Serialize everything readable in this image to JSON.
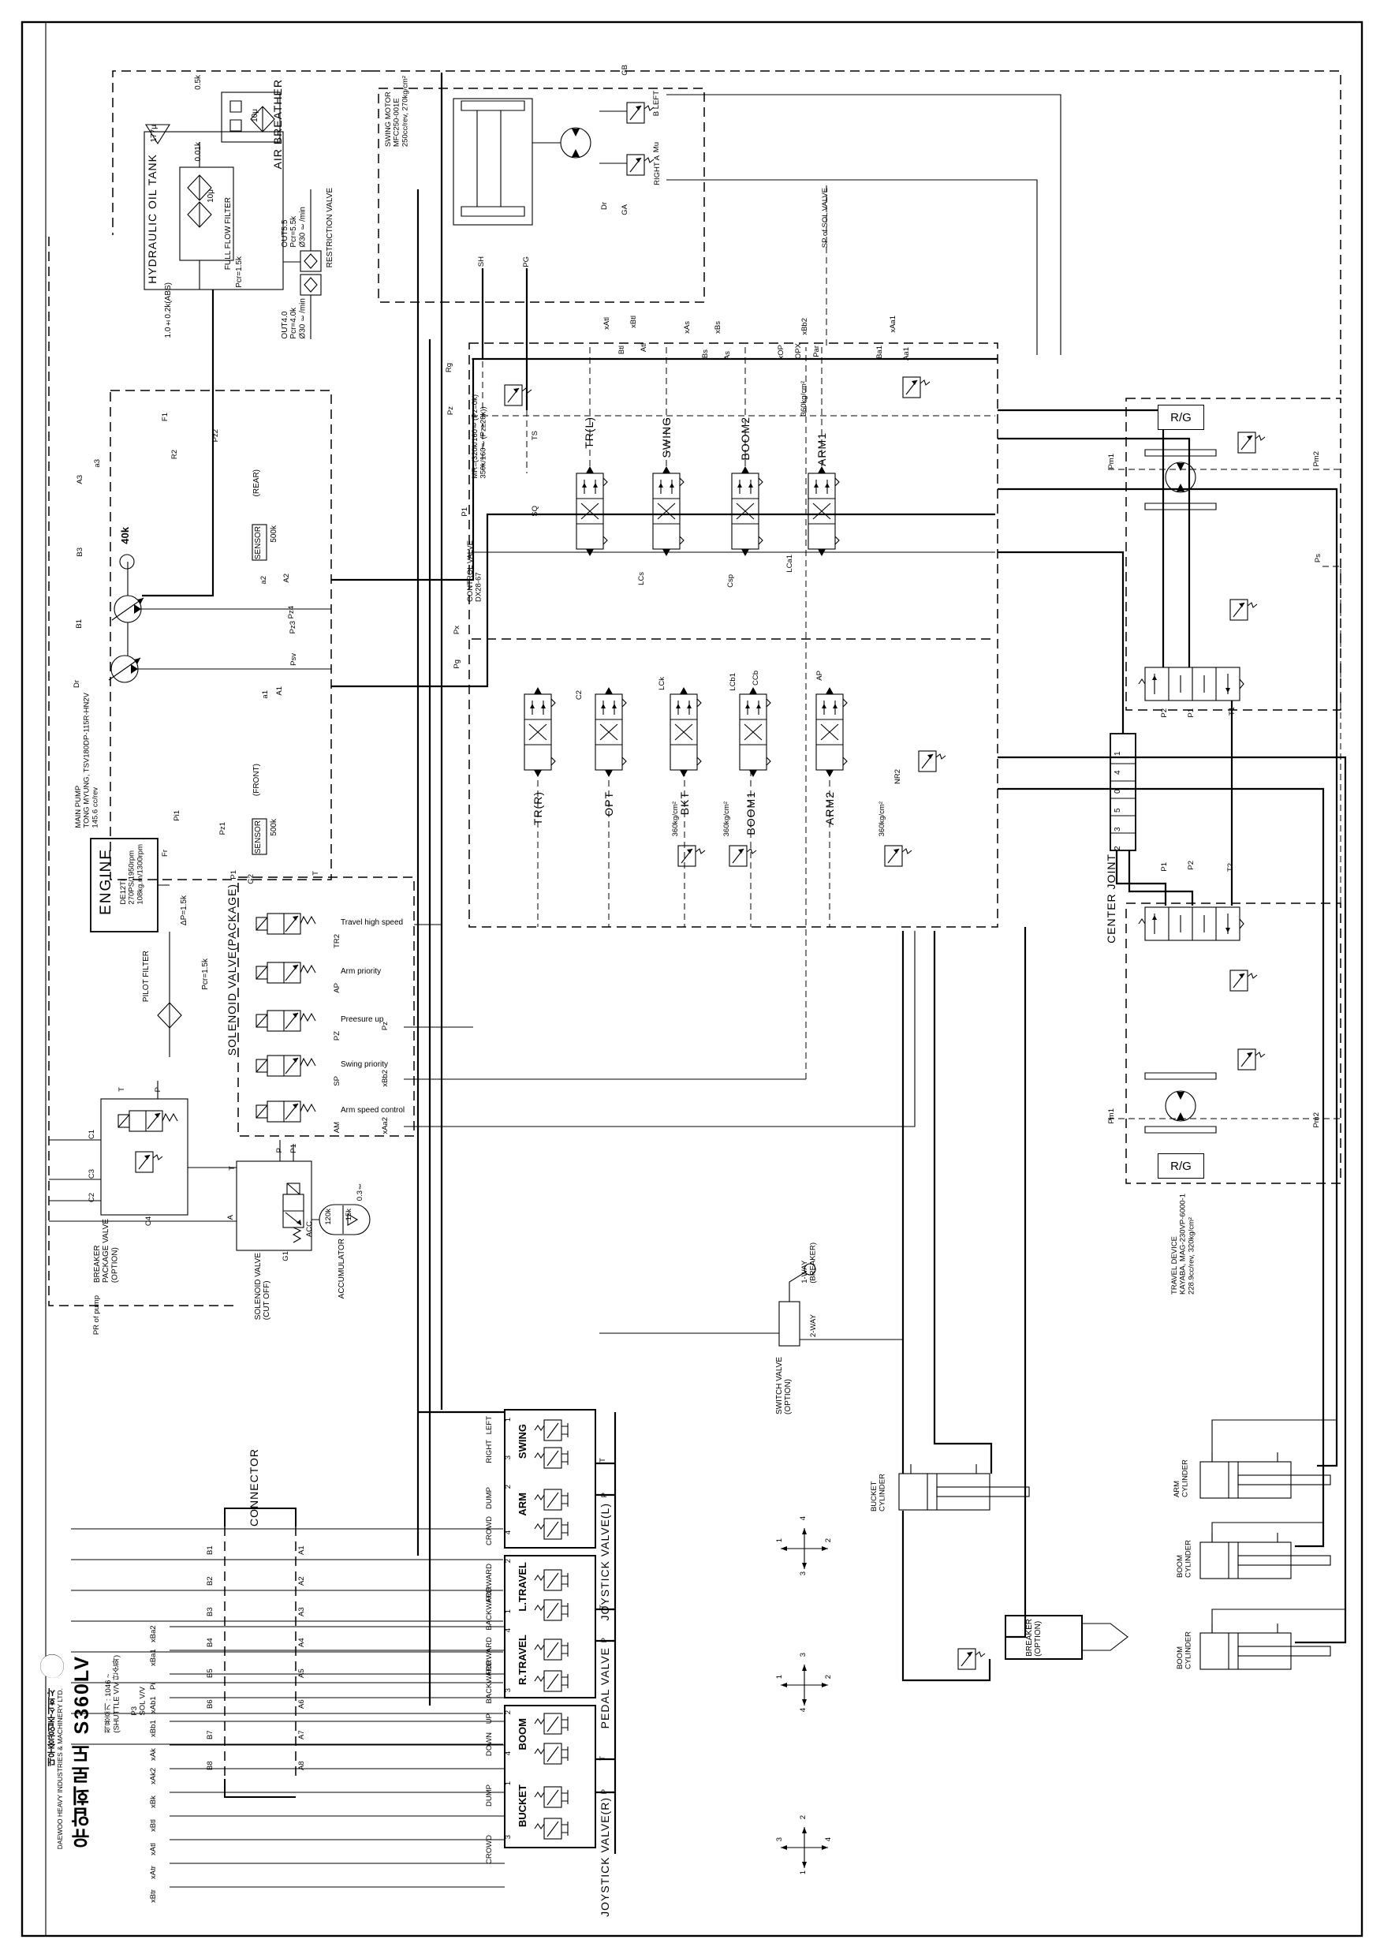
{
  "title_block": {
    "company_kr": "대우중공업주식회사",
    "company_en": "DAEWOO HEAVY INDUSTRIES & MACHINERY LTD.",
    "model": "S360LV",
    "title_kr": "유압회로도",
    "applicable": "적용호기 : 1046 ~\n(SHUTTLE V/V 단순화)",
    "p3_sol": "P3\nSOL V/V"
  },
  "tank": {
    "air_breather": "AIR BREATHER",
    "breather_micron": "10μ",
    "p_05": "0.5k",
    "p_001": "0.01k",
    "label": "HYDRAULIC OIL TANK",
    "strainer": "177μ",
    "filter": "FULL FLOW FILTER",
    "filter_pcr": "Pcr=1.5k",
    "filter_micron": "10μ",
    "bypass": "1.0±0.2k(ABS)"
  },
  "restriction": {
    "label": "RESTRICTION VALVE",
    "out1": "OUT5.5\nPcr=5.5k\nØ30 ℓ/min",
    "out2": "OUT4.0\nPcr=4.0k\nØ30 ℓ/min"
  },
  "swing_motor": {
    "spec": "SWING MOTOR\nMFC250-001E\n250cc/rev, 270kg/cm²",
    "gb": "GB",
    "b_left": "B LEFT",
    "mu": "Mu",
    "right_a": "RIGHT A",
    "ga": "GA",
    "dr": "Dr",
    "sh": "SH",
    "pg": "PG"
  },
  "sp_sol": "SP of SOL VALVE",
  "pump": {
    "spec": "MAIN PUMP\nTONG MYUNG, TSV180DP-115R-HN2V\n145.6 cc/rev",
    "rear": "(REAR)",
    "front": "(FRONT)",
    "sensor1": "SENSOR",
    "k500a": "500k",
    "sensor2": "SENSOR",
    "k500b": "500k",
    "k40": "40k",
    "ports": [
      "F1",
      "R2",
      "Pz2",
      "a3",
      "A3",
      "B3",
      "B1",
      "a2",
      "A2",
      "Pz4",
      "Pz3",
      "Psv",
      "a1",
      "A1",
      "Pz1",
      "Pi1",
      "Fr",
      "Dr"
    ]
  },
  "engine": {
    "name": "ENGINE",
    "spec": "DE12TI\n270PS/1950rpm\n108kg.m/1300rpm"
  },
  "pilot_filter": {
    "label": "PILOT FILTER",
    "dp": "ΔP=1.5k",
    "pcr": "Pcr=1.5k"
  },
  "control_valve": {
    "name": "CONTROL VALVE\nDX28-67",
    "mr": "MR=(320k/160ℓ(Pz=0k)\n350k/160ℓ(Pz≥20k))",
    "row1": [
      "TR(L)",
      "SWING",
      "BOOM2",
      "ARM1"
    ],
    "row2": [
      "TR(R)",
      "OPT",
      "BKT",
      "BOOM1",
      "ARM2"
    ],
    "relief1": "360kg/cm²",
    "relief2": "360kg/cm²",
    "relief3": "360kg/cm²",
    "relief4": "360kg/cm²",
    "ports_top": [
      "xAtl",
      "Btl",
      "xBtl",
      "Atl",
      "xAs",
      "Bs",
      "xBs",
      "As",
      "xOP",
      "OPX",
      "xBb2",
      "Par",
      "Ba1",
      "xAa1",
      "Aa1"
    ],
    "ports_mid": [
      "LCs",
      "Csp",
      "LCa1",
      "C2",
      "LCk",
      "LCb1",
      "CCb",
      "AP",
      "NR2",
      "TS",
      "SQ",
      "Rg",
      "Pz",
      "P1",
      "Px",
      "Pg"
    ]
  },
  "solenoid_package": {
    "label": "SOLENOID VALVE(PACKAGE)",
    "p1": "P1",
    "g2": "G2",
    "t": "T",
    "items": [
      {
        "name": "Travel high speed",
        "port": "TR2",
        "out": ""
      },
      {
        "name": "Arm priority",
        "port": "AP",
        "out": ""
      },
      {
        "name": "Preesure up",
        "port": "PZ",
        "out": "Pz"
      },
      {
        "name": "Swing priority",
        "port": "SP",
        "out": "xBb2"
      },
      {
        "name": "Arm speed control",
        "port": "AM",
        "out": "xAa2"
      }
    ]
  },
  "cutoff": {
    "label": "SOLENOID VALVE\n(CUT OFF)",
    "p": "P",
    "p1": "P1",
    "acc": "ACC",
    "g1": "G1",
    "t": "T",
    "a": "A"
  },
  "accumulator": {
    "label": "ACCUMULATOR",
    "vol": "0.3ℓ",
    "pre": "15k",
    "max": "120k"
  },
  "breaker_valve": {
    "label": "BREAKER\nPACKAGE VALVE\n(OPTION)",
    "pr": "PR of pump",
    "c1": "C1",
    "c3": "C3",
    "c2": "C2",
    "c4": "C4",
    "p": "P",
    "t": "T"
  },
  "switch_valve": {
    "label": "SWITCH VALVE\n(OPTION)",
    "way1": "1-WAY\n(BREAKER)",
    "way2": "2-WAY"
  },
  "connector": {
    "label": "CONNECTOR",
    "b": [
      "B1",
      "B2",
      "B3",
      "B4",
      "B5",
      "B6",
      "B7",
      "B8"
    ],
    "a": [
      "A1",
      "A2",
      "A3",
      "A4",
      "A5",
      "A6",
      "A7",
      "A8"
    ]
  },
  "joystick_l": {
    "label": "JOYSTICK VALVE(L)",
    "p": "P",
    "t": "T",
    "s1": "SWING",
    "s1a_n": "1",
    "s1a": "LEFT",
    "s1b_n": "3",
    "s1b": "RIGHT",
    "s2": "ARM",
    "s2a_n": "2",
    "s2a": "DUMP",
    "s2b_n": "4",
    "s2b": "CROWD"
  },
  "pedal": {
    "label": "PEDAL VALVE",
    "p": "P",
    "t": "T",
    "s1": "L.TRAVEL",
    "s1a_n": "2",
    "s1a": "FORWARD",
    "s1b_n": "1",
    "s1b": "BACKWARD",
    "s2": "R.TRAVEL",
    "s2a_n": "4",
    "s2a": "FORWARD",
    "s2b_n": "3",
    "s2b": "BACKWARD"
  },
  "joystick_r": {
    "label": "JOYSTICK VALVE(R)",
    "p": "P",
    "t": "T",
    "s1": "BOOM",
    "s1a_n": "2",
    "s1a": "UP",
    "s1b_n": "4",
    "s1b": "DOWN",
    "s2": "BUCKET",
    "s2a_n": "1",
    "s2a": "DUMP",
    "s2b_n": "3",
    "s2b": "CROWD"
  },
  "cylinders": {
    "bucket": "BUCKET\nCYLINDER",
    "arm": "ARM\nCYLINDER",
    "boom1": "BOOM\nCYLINDER",
    "boom2": "BOOM\nCYLINDER"
  },
  "breaker": "BREAKER\n(OPTION)",
  "travel_top": {
    "rg": "R/G",
    "pm1": "Pm1",
    "pm2": "Pm2",
    "ps": "Ps",
    "p2": "P2",
    "p1": "P1",
    "t1": "T1"
  },
  "travel_bottom": {
    "rg": "R/G",
    "p1": "P1",
    "p2": "P2",
    "t2": "T2",
    "pm1": "Pm1",
    "pm2": "Pm2",
    "spec": "TRAVEL DEVICE\nKAYABA, MAG-230VP-6000-1\n228.9cc/rev, 320kg/cm²"
  },
  "center_joint": {
    "label": "CENTER JOINT",
    "ports": [
      "1",
      "4",
      "0",
      "5",
      "3",
      "2"
    ]
  },
  "left_ports": [
    "xBa2",
    "xBa1",
    "Pi",
    "xAb1",
    "xBb1",
    "xAk",
    "xAk2",
    "xBk",
    "xBtl",
    "xAtl",
    "xAtr",
    "xBtr"
  ],
  "crosses": [
    {
      "l": "1",
      "r": "2",
      "t": "4",
      "b": "3"
    },
    {
      "l": "1",
      "r": "2",
      "t": "3",
      "b": "4"
    },
    {
      "l": "3",
      "r": "4",
      "t": "2",
      "b": "1"
    }
  ]
}
